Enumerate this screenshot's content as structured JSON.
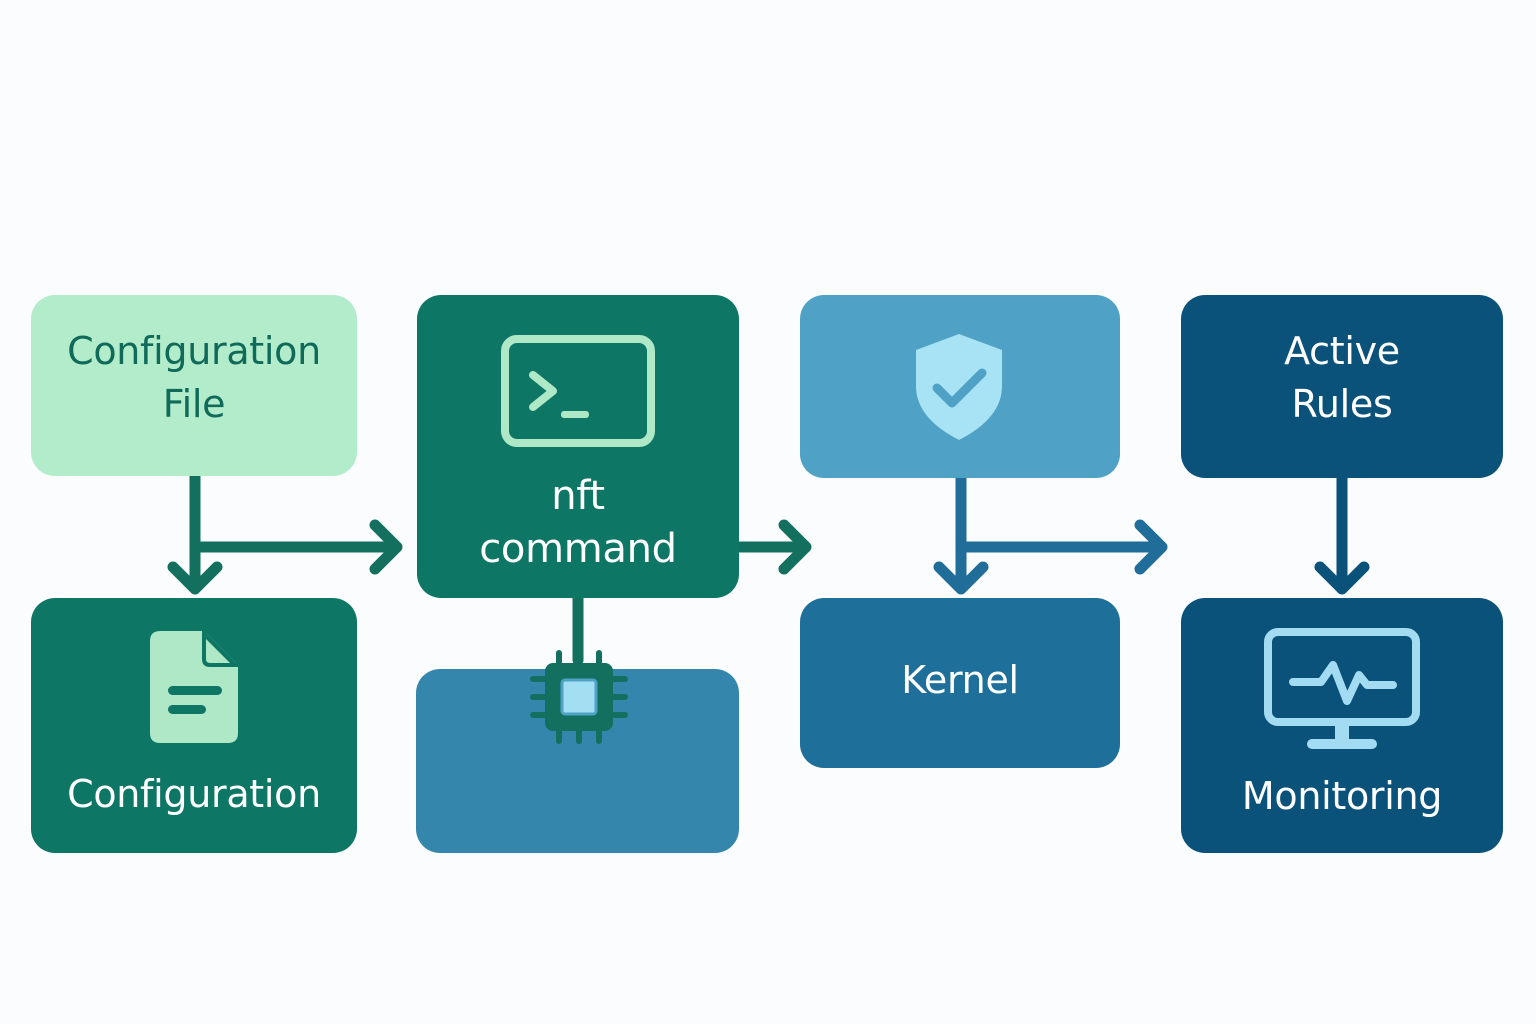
{
  "nodes": {
    "config_file": {
      "label": "Configuration\nFile"
    },
    "configuration": {
      "label": "Configuration",
      "icon": "document-icon"
    },
    "nft_command": {
      "label": "nft\ncommand",
      "icon": "terminal-icon"
    },
    "hardware": {
      "label": "",
      "icon": "chip-icon"
    },
    "security": {
      "label": "",
      "icon": "shield-check-icon"
    },
    "kernel": {
      "label": "Kernel"
    },
    "active_rules": {
      "label": "Active\nRules"
    },
    "monitoring": {
      "label": "Monitoring",
      "icon": "monitor-pulse-icon"
    }
  },
  "colors": {
    "light_green": "#b3ecca",
    "teal": "#0e7665",
    "light_blue": "#4fa1c6",
    "mid_blue": "#1e6f9a",
    "dark_blue": "#0b527b",
    "connector_teal": "#13705f",
    "connector_blue": "#1f6d98"
  }
}
